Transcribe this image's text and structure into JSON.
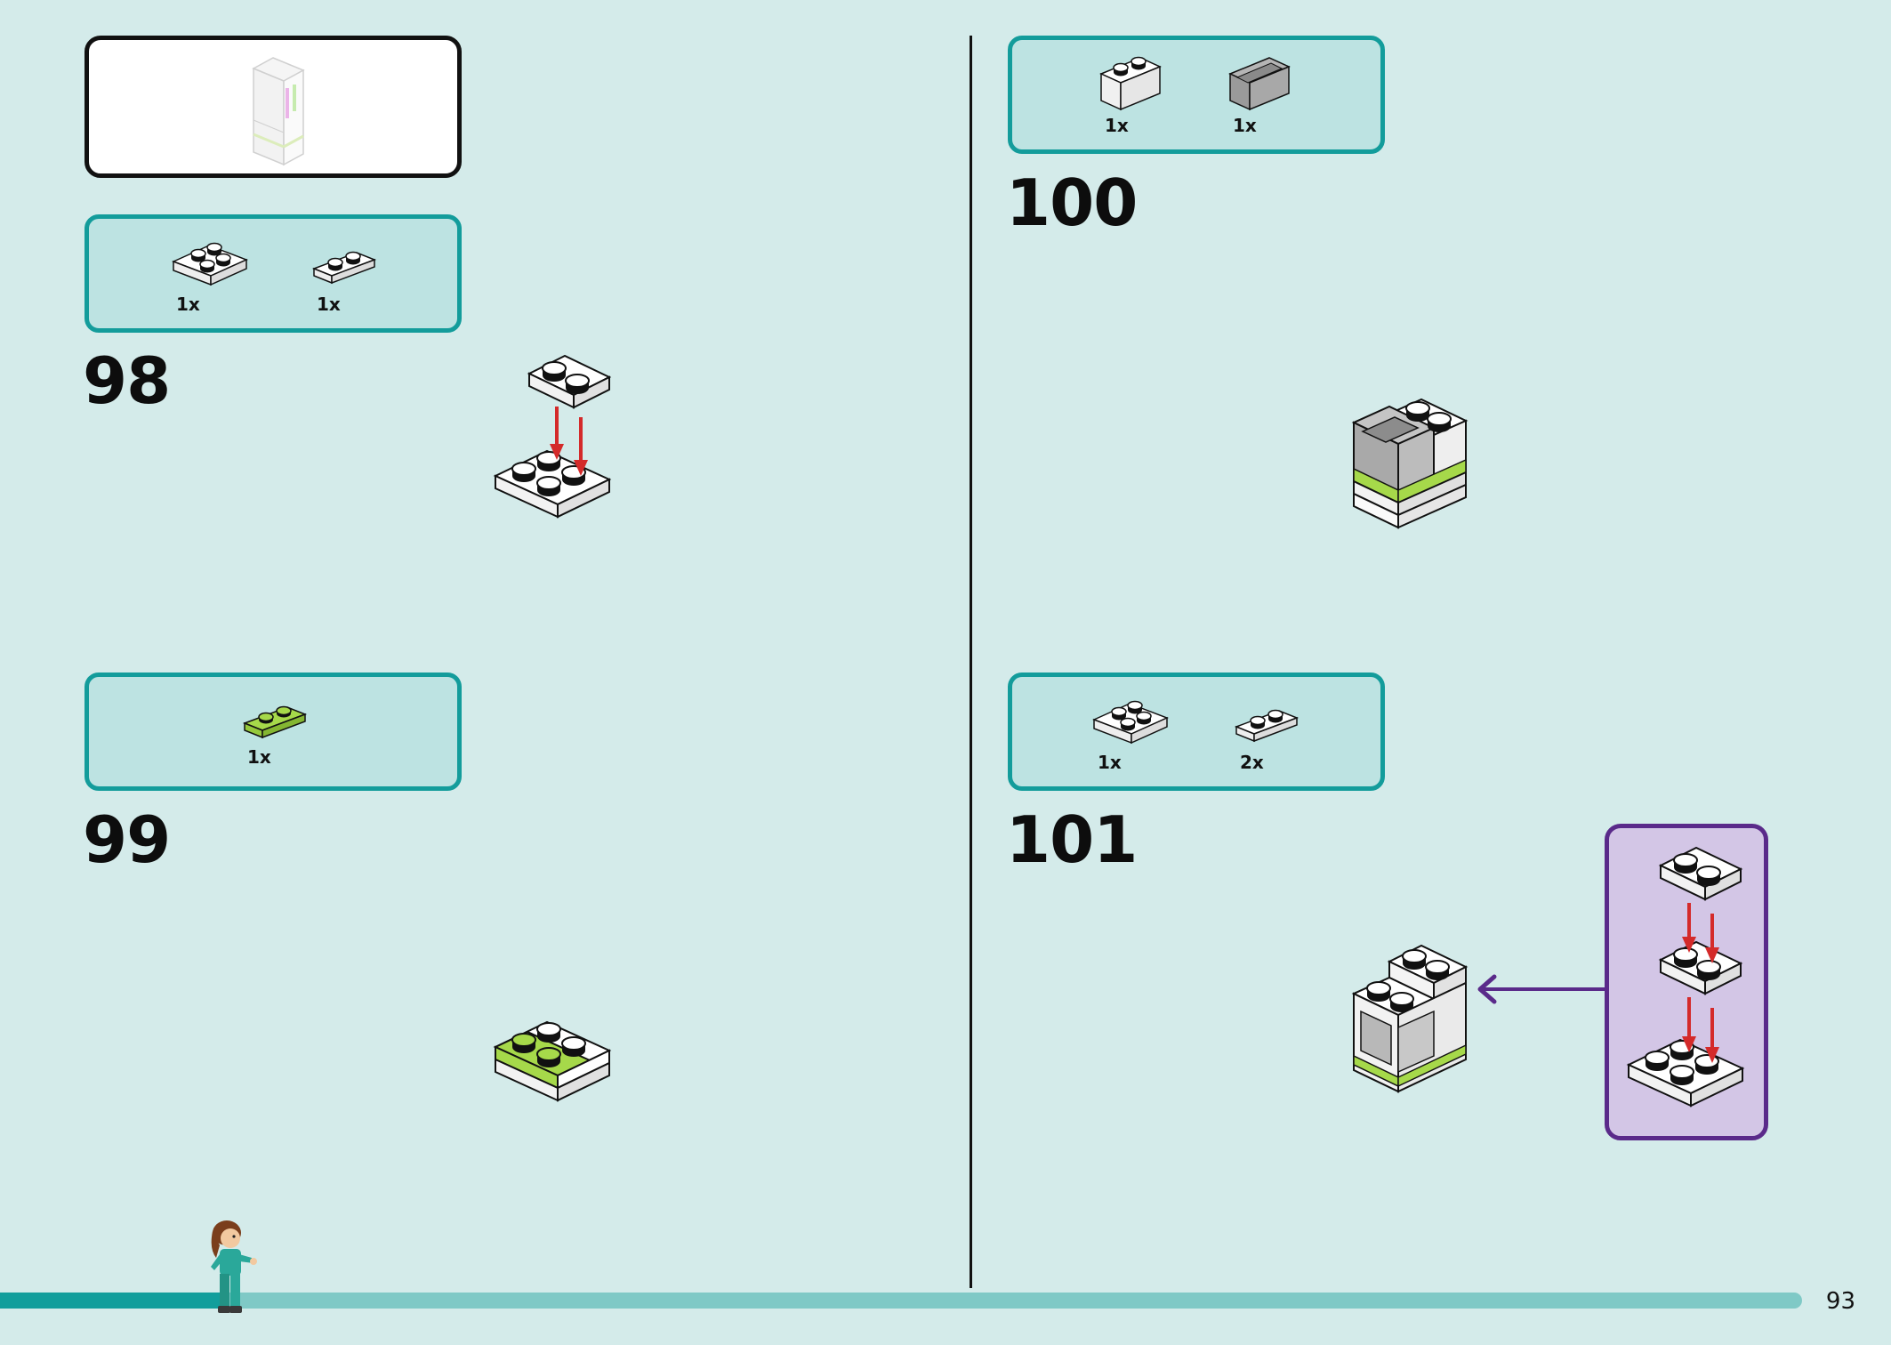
{
  "steps": [
    {
      "number": "98",
      "parts": [
        {
          "qty": "1x"
        },
        {
          "qty": "1x"
        }
      ]
    },
    {
      "number": "99",
      "parts": [
        {
          "qty": "1x"
        }
      ]
    },
    {
      "number": "100",
      "parts": [
        {
          "qty": "1x"
        },
        {
          "qty": "1x"
        }
      ]
    },
    {
      "number": "101",
      "parts": [
        {
          "qty": "1x"
        },
        {
          "qty": "2x"
        }
      ]
    }
  ],
  "page_number": "93",
  "progress": {
    "fraction": 0.125
  },
  "colors": {
    "background": "#d4ebea",
    "parts_box_border": "#139c9b",
    "parts_box_fill": "#bde3e2",
    "callout_border": "#5a2a8a",
    "callout_fill": "#d3c6e6",
    "arrow_red": "#d42a2a",
    "lime": "#a6d94a",
    "progress_fill": "#129e9c",
    "progress_track": "#7fc9c6"
  },
  "icons": [
    "sub-model-thumbnail",
    "plate-2x2-white-icon",
    "plate-1x2-white-icon",
    "plate-1x2-lime-icon",
    "brick-1x2-white-icon",
    "panel-gray-icon",
    "red-down-arrow-icon",
    "purple-left-arrow-icon",
    "minifigure-icon"
  ]
}
